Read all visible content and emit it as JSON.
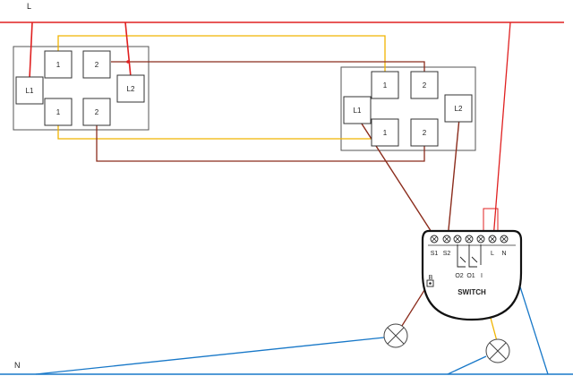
{
  "rails": {
    "live": "L",
    "neutral": "N"
  },
  "switch_a": {
    "terminal_1": "1",
    "terminal_2": "2",
    "terminal_l1": "L1",
    "terminal_l2": "L2"
  },
  "switch_b": {
    "terminal_1": "1",
    "terminal_2": "2",
    "terminal_l1": "L1",
    "terminal_l2": "L2"
  },
  "module": {
    "title": "SWITCH",
    "terminals": [
      "S1",
      "S2",
      "",
      "",
      "",
      "L",
      "N"
    ],
    "outputs": [
      "O2",
      "O1",
      "I"
    ],
    "button": "B"
  },
  "colors": {
    "live": "#e02020",
    "neutral": "#1878c8",
    "traveler": "#f0b400",
    "return": "#8b2c1c",
    "outline": "#333333"
  }
}
